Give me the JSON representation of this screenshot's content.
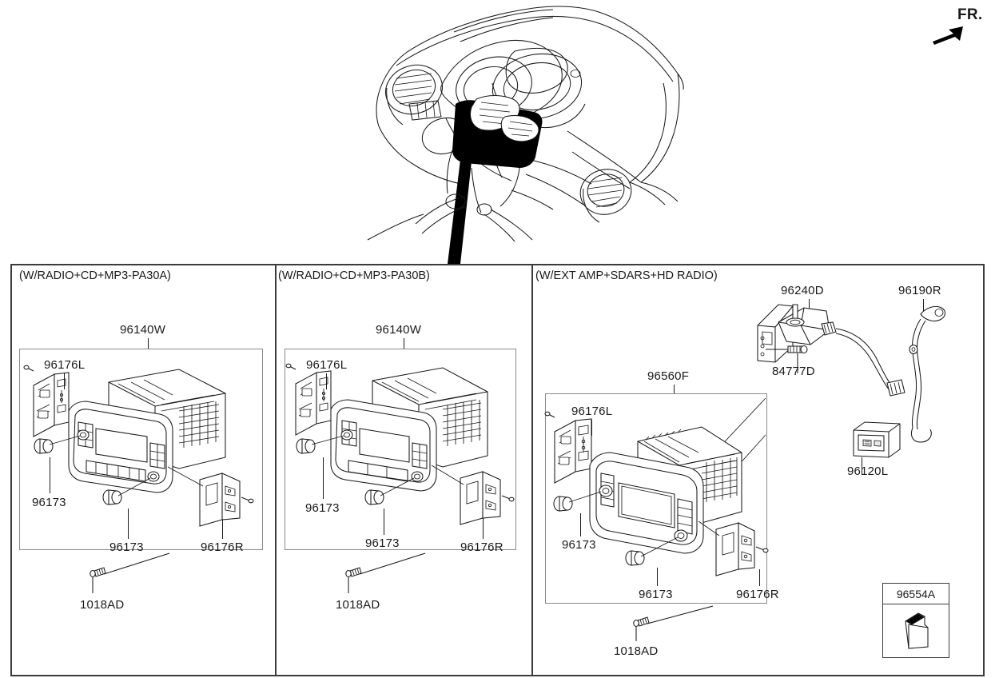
{
  "orientation": {
    "label": "FR.",
    "icon": "arrow-up-right-icon"
  },
  "illustration": {
    "name": "dashboard-instrument-panel",
    "highlight_note": "head-unit-mounting-location"
  },
  "panels": [
    {
      "id": "panel-pa30a",
      "title": "(W/RADIO+CD+MP3-PA30A)",
      "assembly_label": "96140W",
      "parts": [
        {
          "code": "96176L",
          "name": "bracket-left"
        },
        {
          "code": "96173",
          "name": "knob-upper"
        },
        {
          "code": "96173",
          "name": "knob-lower"
        },
        {
          "code": "96176R",
          "name": "bracket-right"
        },
        {
          "code": "1018AD",
          "name": "screw"
        }
      ]
    },
    {
      "id": "panel-pa30b",
      "title": "(W/RADIO+CD+MP3-PA30B)",
      "assembly_label": "96140W",
      "parts": [
        {
          "code": "96176L",
          "name": "bracket-left"
        },
        {
          "code": "96173",
          "name": "knob-upper"
        },
        {
          "code": "96173",
          "name": "knob-lower"
        },
        {
          "code": "96176R",
          "name": "bracket-right"
        },
        {
          "code": "1018AD",
          "name": "screw"
        }
      ]
    },
    {
      "id": "panel-ext-amp",
      "title": "(W/EXT AMP+SDARS+HD RADIO)",
      "assembly_label": "96560F",
      "parts": [
        {
          "code": "96240D",
          "name": "antenna-sdars"
        },
        {
          "code": "96190R",
          "name": "antenna-feeder-cable"
        },
        {
          "code": "84777D",
          "name": "screw-antenna-bracket"
        },
        {
          "code": "96176L",
          "name": "bracket-left"
        },
        {
          "code": "96173",
          "name": "knob-upper"
        },
        {
          "code": "96173",
          "name": "knob-lower"
        },
        {
          "code": "96176R",
          "name": "bracket-right"
        },
        {
          "code": "96120L",
          "name": "aux-usb-jack"
        },
        {
          "code": "1018AD",
          "name": "screw"
        }
      ]
    }
  ],
  "callout_box": {
    "code": "96554A",
    "name": "sd-card-map"
  },
  "colors": {
    "line": "#1a1a1a",
    "frame": "#3b3b3b",
    "subframe": "#8a8a8a",
    "highlight": "#000000",
    "background": "#ffffff"
  }
}
